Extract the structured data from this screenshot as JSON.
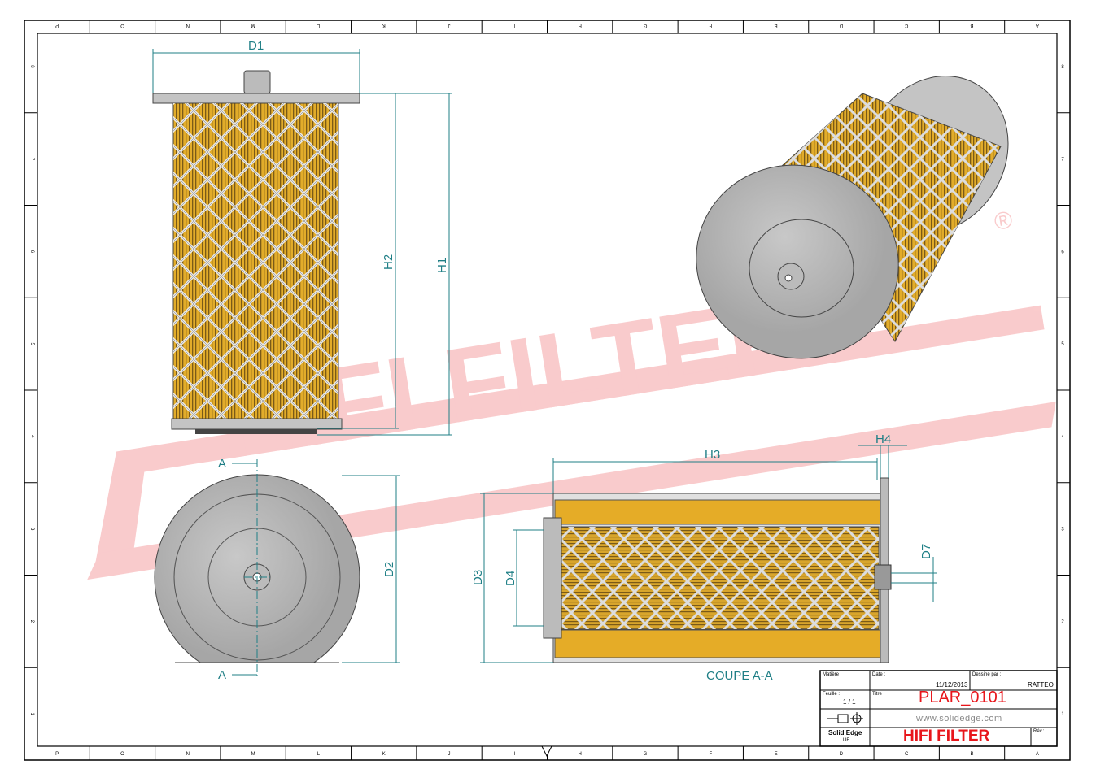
{
  "frame": {
    "columns": [
      "P",
      "O",
      "N",
      "M",
      "L",
      "K",
      "J",
      "I",
      "H",
      "G",
      "F",
      "E",
      "D",
      "C",
      "B",
      "A"
    ],
    "rows": [
      "8",
      "7",
      "6",
      "5",
      "4",
      "3",
      "2",
      "1"
    ]
  },
  "watermark": {
    "text": "HIFI FILTER",
    "mark": "®"
  },
  "dimensions": {
    "d1": "D1",
    "h1": "H1",
    "h2": "H2",
    "d2": "D2",
    "h3": "H3",
    "h4": "H4",
    "d3": "D3",
    "d4": "D4",
    "d7": "D7",
    "section_mark": "A"
  },
  "section_label": "COUPE A-A",
  "title_block": {
    "material_label": "Matière :",
    "date_label": "Date :",
    "date": "11/12/2013",
    "drawer_label": "Dessiné par :",
    "drawer": "RATTEO",
    "sheet_label": "Feuille :",
    "sheet": "1 / 1",
    "title_label": "Titre :",
    "title": "PLAR_0101",
    "website": "www.solidedge.com",
    "software": "Solid Edge",
    "software_sub": "UE",
    "company": "HIFI FILTER",
    "rev_label": "Rév.:"
  },
  "colors": {
    "dim": "#1f7f86",
    "accent": "#e8161b",
    "filter": "#e2ac2a"
  }
}
